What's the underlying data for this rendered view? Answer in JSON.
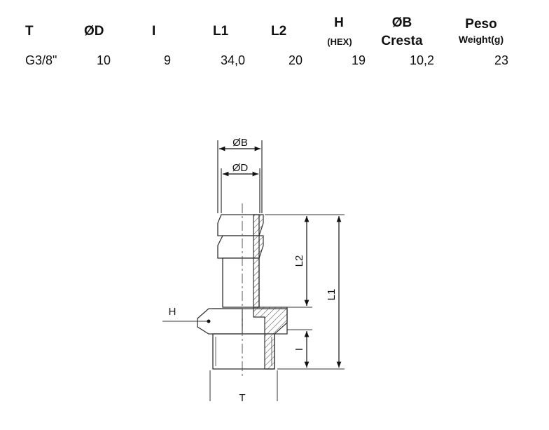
{
  "table": {
    "headers": {
      "t": "T",
      "od": "ØD",
      "l": "I",
      "l1": "L1",
      "l2": "L2",
      "h": "H",
      "h_sub": "(HEX)",
      "ob": "ØB",
      "ob_sub": "Cresta",
      "peso": "Peso",
      "peso_sub": "Weight(g)"
    },
    "row": {
      "t": "G3/8\"",
      "od": "10",
      "l": "9",
      "l1": "34,0",
      "l2": "20",
      "h": "19",
      "ob": "10,2",
      "peso": "23"
    }
  },
  "drawing": {
    "label_ob": "ØB",
    "label_od": "ØD",
    "label_l2": "L2",
    "label_l1": "L1",
    "label_h": "H",
    "label_l": "I",
    "label_t": "T"
  }
}
